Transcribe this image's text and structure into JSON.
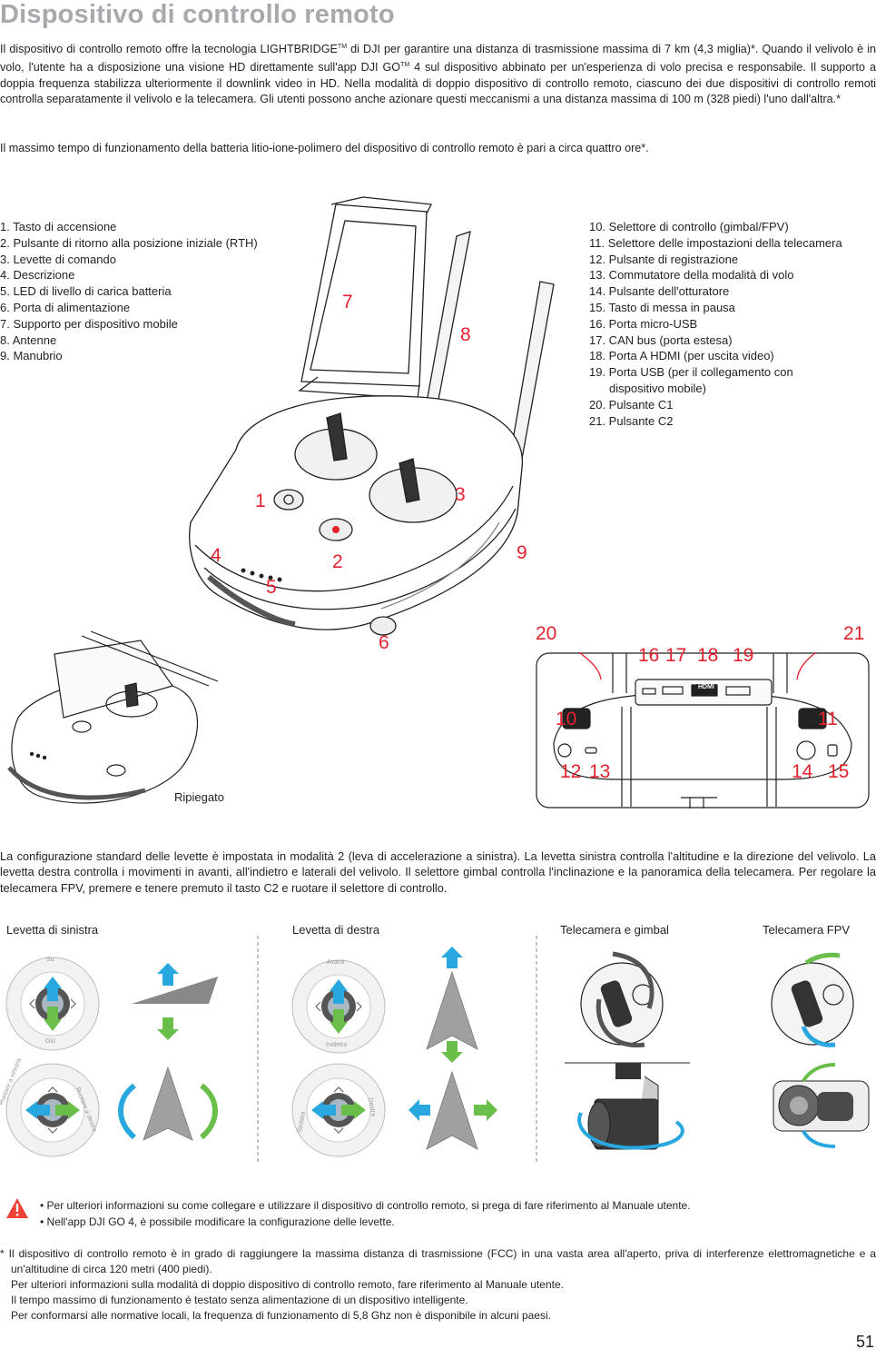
{
  "title": "Dispositivo di controllo remoto",
  "intro": {
    "p1_before": "Il dispositivo di controllo remoto offre la tecnologia LIGHTBRIDGE",
    "tm1": "TM",
    "p1_mid": " di DJI per garantire una distanza di trasmissione massima di 7 km (4,3 miglia)*. Quando il velivolo è in volo, l'utente ha a disposizione una visione HD direttamente sull'app DJI GO",
    "tm2": "TM",
    "p1_after": " 4 sul dispositivo abbinato per un'esperienza di volo precisa e responsabile. Il supporto a doppia frequenza stabilizza ulteriormente il downlink video in HD. Nella modalità di doppio dispositivo di controllo remoto, ciascuno dei due dispositivi di controllo remoti controlla separatamente il velivolo e la telecamera. Gli utenti possono anche azionare questi meccanismi a una distanza massima di 100 m (328 piedi) l'uno dall'altra.*",
    "p2": "Il massimo tempo di funzionamento della batteria litio-ione-polimero del dispositivo di controllo remoto è pari a circa quattro ore*."
  },
  "parts_left": [
    "1. Tasto di accensione",
    "2. Pulsante di ritorno alla posizione iniziale (RTH)",
    "3. Levette di comando",
    "4. Descrizione",
    "5. LED di livello di carica batteria",
    "6. Porta di alimentazione",
    "7. Supporto per dispositivo mobile",
    "8. Antenne",
    "9. Manubrio"
  ],
  "parts_right": [
    "10. Selettore di controllo (gimbal/FPV)",
    "11. Selettore delle impostazioni della telecamera",
    "12. Pulsante di registrazione",
    "13. Commutatore della modalità di volo",
    "14. Pulsante dell'otturatore",
    "15. Tasto di messa in pausa",
    "16. Porta micro-USB",
    "17. CAN bus (porta estesa)",
    "18. Porta A HDMI (per uscita video)",
    "19. Porta USB (per il collegamento con",
    "dispositivo mobile)",
    "20. Pulsante C1",
    "21. Pulsante C2"
  ],
  "callouts_main": [
    "1",
    "2",
    "3",
    "4",
    "5",
    "6",
    "7",
    "8",
    "9"
  ],
  "callouts_back": [
    "10",
    "11",
    "12",
    "13",
    "14",
    "15",
    "16",
    "17",
    "18",
    "19",
    "20",
    "21"
  ],
  "back_port_label": "HDMI",
  "folded_label": "Ripiegato",
  "config_paragraph": "La configurazione standard delle levette è impostata in modalità 2 (leva di accelerazione a sinistra). La levetta sinistra controlla l'altitudine e la direzione del velivolo. La levetta destra controlla i movimenti in avanti, all'indietro e laterali del velivolo. Il selettore gimbal controlla l'inclinazione e la panoramica della telecamera. Per regolare la telecamera FPV, premere e tenere premuto il tasto C2 e ruotare il selettore di controllo.",
  "sections": {
    "left_stick": "Levetta di sinistra",
    "right_stick": "Levetta di destra",
    "camera_gimbal": "Telecamera e gimbal",
    "camera_fpv": "Telecamera FPV"
  },
  "stick_labels": {
    "up": "Su",
    "down": "Giù",
    "rotate_left": "Ruotare a sinistra",
    "rotate_right": "Ruotare a destra",
    "forward": "Avanti",
    "backward": "Indietro",
    "left": "Sinistra",
    "right": "Destra"
  },
  "warning_items": [
    "Per ulteriori informazioni su come collegare e utilizzare il dispositivo di controllo remoto, si prega di fare riferimento al Manuale utente.",
    "Nell'app DJI GO 4, è possibile modificare la configurazione delle levette."
  ],
  "footnote": {
    "line1": "* Il dispositivo di controllo remoto è in grado di raggiungere la massima distanza di trasmissione (FCC) in una vasta area all'aperto, priva di interferenze elettromagnetiche e a un'altitudine di circa 120 metri (400 piedi).",
    "line2": "Per ulteriori informazioni sulla modalità di doppio dispositivo di controllo remoto, fare riferimento al Manuale utente.",
    "line3": "Il tempo massimo di funzionamento è testato senza alimentazione di un dispositivo intelligente.",
    "line4": "Per conformarsi alle normative locali, la frequenza di funzionamento di 5,8 Ghz non è disponibile in alcuni paesi."
  },
  "page_number": "51",
  "colors": {
    "callout": "#e4222e",
    "title": "#a7a9ac",
    "arrow_blue": "#29a8e0",
    "arrow_green": "#6abf4b",
    "warning": "#ef4136"
  }
}
